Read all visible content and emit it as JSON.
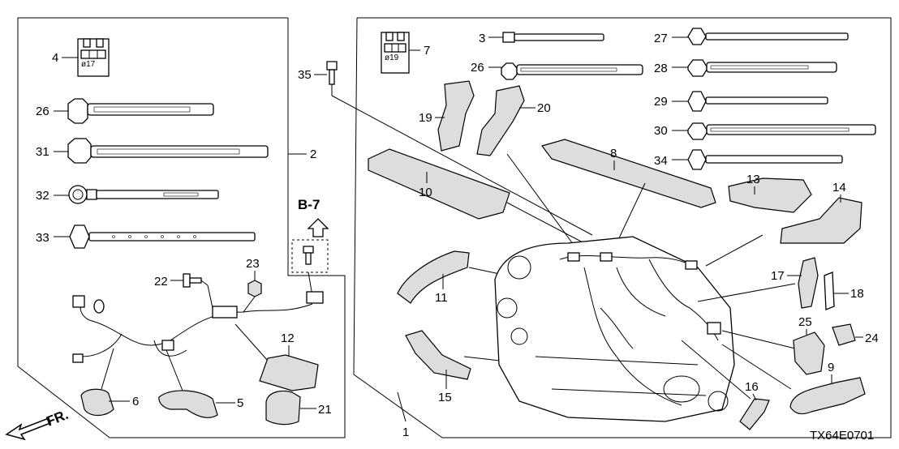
{
  "diagram": {
    "code": "TX64E0701",
    "front_label": "FR.",
    "ref_label": "B-7",
    "connector_sizes": {
      "part4": "ø17",
      "part7": "ø19"
    },
    "callouts": {
      "c1": "1",
      "c2": "2",
      "c3": "3",
      "c4": "4",
      "c5": "5",
      "c6": "6",
      "c7": "7",
      "c8": "8",
      "c9": "9",
      "c10": "10",
      "c11": "11",
      "c12": "12",
      "c13": "13",
      "c14": "14",
      "c15": "15",
      "c16": "16",
      "c17": "17",
      "c18": "18",
      "c19": "19",
      "c20": "20",
      "c21": "21",
      "c22": "22",
      "c23": "23",
      "c24": "24",
      "c25": "25",
      "c26a": "26",
      "c26b": "26",
      "c27": "27",
      "c28": "28",
      "c29": "29",
      "c30": "30",
      "c31": "31",
      "c32": "32",
      "c33": "33",
      "c34": "34",
      "c35": "35"
    }
  }
}
